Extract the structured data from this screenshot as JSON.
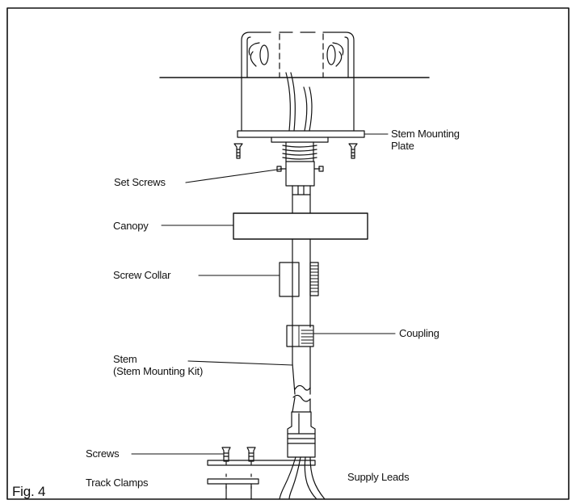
{
  "figure": {
    "label": "Fig. 4",
    "callouts": {
      "stem_mounting_plate": [
        "Stem Mounting",
        "Plate"
      ],
      "set_screws": "Set Screws",
      "canopy": "Canopy",
      "screw_collar": "Screw Collar",
      "coupling": "Coupling",
      "stem": [
        "Stem",
        "(Stem Mounting Kit)"
      ],
      "screws": "Screws",
      "track_clamps": "Track Clamps",
      "supply_leads": "Supply Leads"
    }
  },
  "colors": {
    "ink": "#111111",
    "background": "#ffffff"
  }
}
